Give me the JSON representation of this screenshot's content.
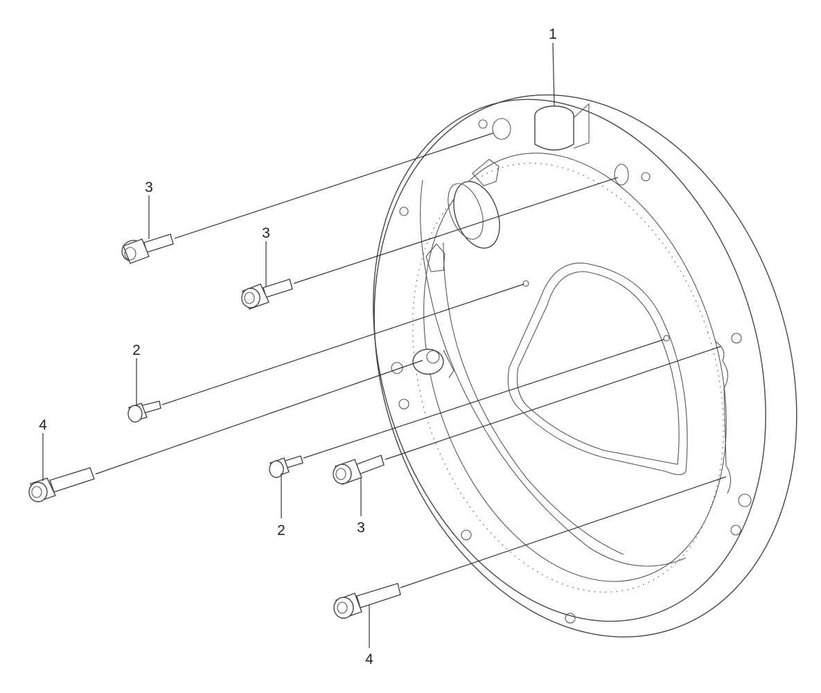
{
  "callouts": {
    "plate": "1",
    "screw_small_upper": "2",
    "screw_small_lower": "2",
    "screw_medium_top_left": "3",
    "screw_medium_mid": "3",
    "screw_medium_lower": "3",
    "screw_long_left": "4",
    "screw_long_bottom": "4"
  }
}
